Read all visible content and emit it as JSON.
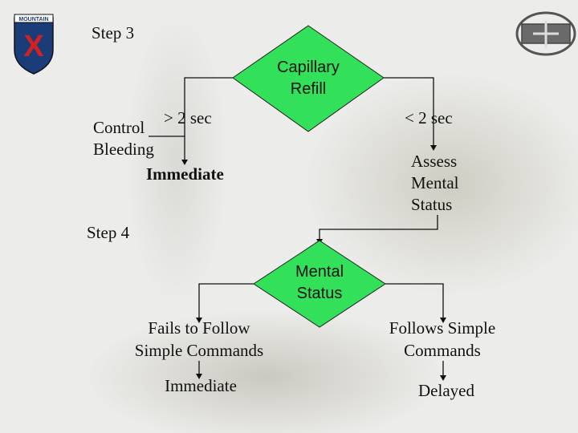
{
  "step3_label": "Step 3",
  "step4_label": "Step 4",
  "decision1": {
    "line1": "Capillary",
    "line2": "Refill",
    "color": "#32e05a"
  },
  "decision2": {
    "line1": "Mental",
    "line2": "Status",
    "color": "#32e05a"
  },
  "branch_gt": "> 2 sec",
  "branch_lt": "< 2 sec",
  "control_bleeding": {
    "line1": "Control",
    "line2": "Bleeding"
  },
  "immediate_bold": "Immediate",
  "assess_mental": {
    "line1": "Assess",
    "line2": "Mental",
    "line3": "Status"
  },
  "fails_follow": {
    "line1": "Fails to Follow",
    "line2": "Simple Commands"
  },
  "follows_simple": {
    "line1": "Follows Simple",
    "line2": "Commands"
  },
  "immediate_plain": "Immediate",
  "delayed": "Delayed",
  "left_patch": {
    "text": "MOUNTAIN",
    "shield_color": "#1a3c78",
    "cross_color": "#d42020",
    "numeral": "X"
  },
  "right_badge_color": "#6a6a6a"
}
